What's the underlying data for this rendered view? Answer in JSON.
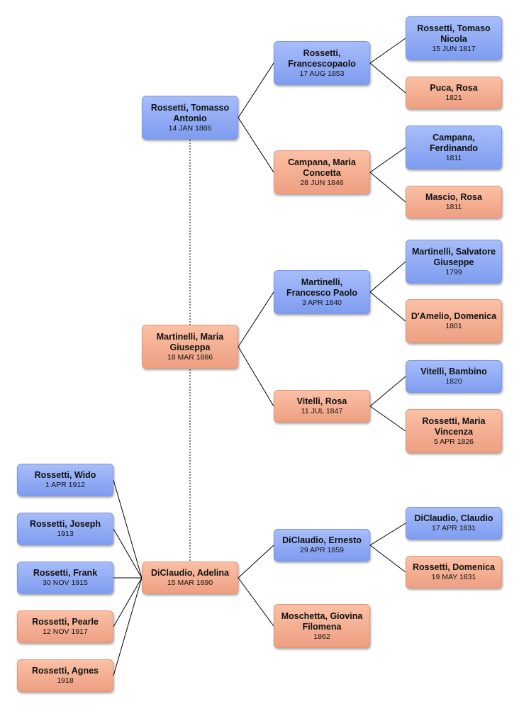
{
  "people": {
    "tomasso": {
      "name": "Rossetti, Tomasso Antonio",
      "date": "14 JAN 1886",
      "sex": "m"
    },
    "maria": {
      "name": "Martinelli, Maria Giuseppa",
      "date": "18 MAR 1886",
      "sex": "f"
    },
    "adelina": {
      "name": "DiClaudio, Adelina",
      "date": "15 MAR 1890",
      "sex": "f"
    },
    "francescopaolo": {
      "name": "Rossetti, Francescopaolo",
      "date": "17 AUG 1853",
      "sex": "m"
    },
    "mconcetta": {
      "name": "Campana, Maria Concetta",
      "date": "28 JUN 1846",
      "sex": "f"
    },
    "tnicola": {
      "name": "Rossetti, Tomaso Nicola",
      "date": "15 JUN 1817",
      "sex": "m"
    },
    "puca": {
      "name": "Puca, Rosa",
      "date": "1821",
      "sex": "f"
    },
    "ferdinando": {
      "name": "Campana, Ferdinando",
      "date": "1811",
      "sex": "m"
    },
    "mascio": {
      "name": "Mascio, Rosa",
      "date": "1811",
      "sex": "f"
    },
    "fpaolo": {
      "name": "Martinelli, Francesco Paolo",
      "date": "3 APR 1840",
      "sex": "m"
    },
    "vitellirosa": {
      "name": "Vitelli, Rosa",
      "date": "11 JUL 1847",
      "sex": "f"
    },
    "salvatore": {
      "name": "Martinelli, Salvatore Giuseppe",
      "date": "1799",
      "sex": "m"
    },
    "damelio": {
      "name": "D'Amelio, Domenica",
      "date": "1801",
      "sex": "f"
    },
    "bambino": {
      "name": "Vitelli, Bambino",
      "date": "1820",
      "sex": "m"
    },
    "mvincenza": {
      "name": "Rossetti, Maria Vincenza",
      "date": "5 APR 1826",
      "sex": "f"
    },
    "ernesto": {
      "name": "DiClaudio, Ernesto",
      "date": "29 APR 1859",
      "sex": "m"
    },
    "giovina": {
      "name": "Moschetta, Giovina Filomena",
      "date": "1862",
      "sex": "f"
    },
    "claudio": {
      "name": "DiClaudio, Claudio",
      "date": "17 APR 1831",
      "sex": "m"
    },
    "domenica": {
      "name": "Rossetti, Domenica",
      "date": "19 MAY 1831",
      "sex": "f"
    },
    "wido": {
      "name": "Rossetti, Wido",
      "date": "1 APR 1912",
      "sex": "m"
    },
    "joseph": {
      "name": "Rossetti, Joseph",
      "date": "1913",
      "sex": "m"
    },
    "frank": {
      "name": "Rossetti, Frank",
      "date": "30 NOV 1915",
      "sex": "m"
    },
    "pearle": {
      "name": "Rossetti, Pearle",
      "date": "12 NOV 1917",
      "sex": "f"
    },
    "agnes": {
      "name": "Rossetti, Agnes",
      "date": "1918",
      "sex": "f"
    }
  },
  "parents": [
    [
      "tomasso",
      "francescopaolo"
    ],
    [
      "tomasso",
      "mconcetta"
    ],
    [
      "francescopaolo",
      "tnicola"
    ],
    [
      "francescopaolo",
      "puca"
    ],
    [
      "mconcetta",
      "ferdinando"
    ],
    [
      "mconcetta",
      "mascio"
    ],
    [
      "maria",
      "fpaolo"
    ],
    [
      "maria",
      "vitellirosa"
    ],
    [
      "fpaolo",
      "salvatore"
    ],
    [
      "fpaolo",
      "damelio"
    ],
    [
      "vitellirosa",
      "bambino"
    ],
    [
      "vitellirosa",
      "mvincenza"
    ],
    [
      "adelina",
      "ernesto"
    ],
    [
      "adelina",
      "giovina"
    ],
    [
      "ernesto",
      "claudio"
    ],
    [
      "ernesto",
      "domenica"
    ]
  ],
  "children": [
    [
      "adelina",
      "wido"
    ],
    [
      "adelina",
      "joseph"
    ],
    [
      "adelina",
      "frank"
    ],
    [
      "adelina",
      "pearle"
    ],
    [
      "adelina",
      "agnes"
    ]
  ],
  "spouses": [
    [
      "tomasso",
      "adelina"
    ]
  ]
}
